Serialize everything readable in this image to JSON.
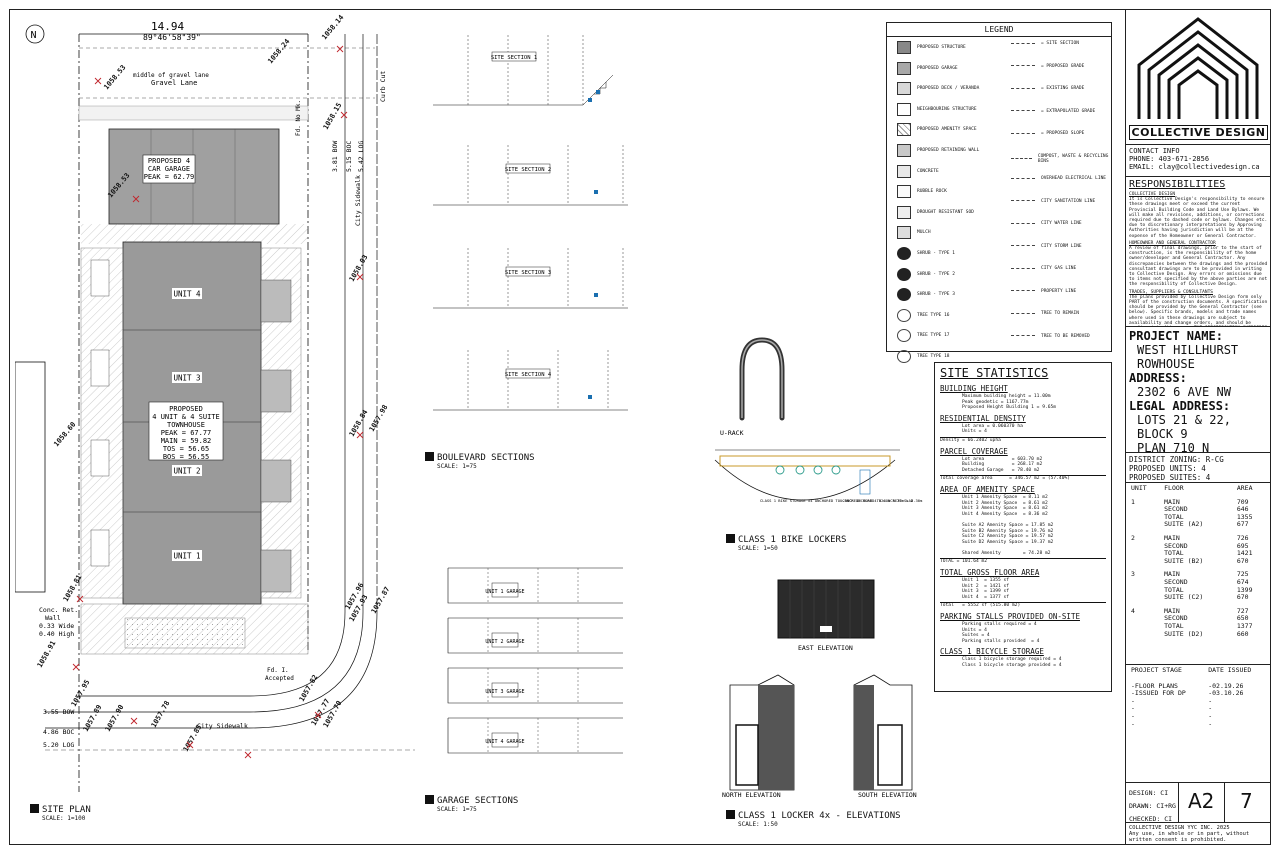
{
  "firm": {
    "name": "COLLECTIVE DESIGN",
    "contact_heading": "CONTACT INFO",
    "phone": "PHONE: 403-671-2856",
    "email": "EMAIL: clay@collectivedesign.ca",
    "copyright": "COLLECTIVE DESIGN YYC INC. 2025",
    "copyright_note": "Any use, in whole or in part, without written consent is prohibited."
  },
  "responsibilities": {
    "heading": "RESPONSIBILITIES",
    "sections": [
      {
        "title": "COLLECTIVE DESIGN",
        "text": "It is Collective Design's responsibility to ensure these drawings meet or exceed the current Provincial Building Code and Land Use Bylaws. We will make all revisions, additions, or corrections required due to dashed code or bylaws. Changes etc. due to discretionary interpretations by Approving Authorities having jurisdiction will be at the expense of the Homeowner or General Contractor."
      },
      {
        "title": "HOMEOWNER AND GENERAL CONTRACTOR",
        "text": "A review of final drawings, prior to the start of construction, is the responsibility of the home owner/developer and General Contractor. Any discrepancies between the drawings and the provided consultant drawings are to be provided in writing to Collective Design. Any errors or omissions due to items not specified by the above parties are not the responsibility of Collective Design."
      },
      {
        "title": "TRADES, SUPPLIERS & CONSULTANTS",
        "text": "The plans provided by Collective Design form only PART of the construction documents. A specification should be provided by the General Contractor (see below). Specific brands, models and trade names where used in these drawings are subject to availability and change orders, and should be confirmed in ALL cases. THE SPECIFICATION OVERRIDES THESE DRAWINGS. Collective Design is not responsible for errors, omissions, or replacement of any materials or supplies when no specification has been provided."
      }
    ]
  },
  "project": {
    "name_label": "PROJECT NAME:",
    "name_lines": [
      "WEST HILLHURST",
      "ROWHOUSE"
    ],
    "address_label": "ADDRESS:",
    "address": "2302 6 AVE NW",
    "legal_label": "LEGAL ADDRESS:",
    "legal_lines": [
      "LOTS 21 & 22,",
      "BLOCK 9",
      "PLAN 710 N"
    ],
    "zoning": "DISTRICT ZONING: R-CG",
    "units": "PROPOSED UNITS:  4",
    "suites": "PROPOSED SUITES: 4"
  },
  "unit_table": {
    "headers": [
      "UNIT",
      "FLOOR",
      "AREA"
    ],
    "units": [
      {
        "unit": "1",
        "rows": [
          [
            "MAIN",
            "709"
          ],
          [
            "SECOND",
            "646"
          ],
          [
            "TOTAL",
            "1355"
          ],
          [
            "SUITE (A2)",
            "677"
          ]
        ]
      },
      {
        "unit": "2",
        "rows": [
          [
            "MAIN",
            "726"
          ],
          [
            "SECOND",
            "695"
          ],
          [
            "TOTAL",
            "1421"
          ],
          [
            "SUITE (B2)",
            "670"
          ]
        ]
      },
      {
        "unit": "3",
        "rows": [
          [
            "MAIN",
            "725"
          ],
          [
            "SECOND",
            "674"
          ],
          [
            "TOTAL",
            "1399"
          ],
          [
            "SUITE (C2)",
            "670"
          ]
        ]
      },
      {
        "unit": "4",
        "rows": [
          [
            "MAIN",
            "727"
          ],
          [
            "SECOND",
            "650"
          ],
          [
            "TOTAL",
            "1377"
          ],
          [
            "SUITE (D2)",
            "660"
          ]
        ]
      }
    ]
  },
  "stage": {
    "headers": [
      "PROJECT STAGE",
      "DATE ISSUED"
    ],
    "rows": [
      [
        "-FLOOR PLANS",
        "-02.19.26"
      ],
      [
        "-ISSUED FOR DP",
        "-03.10.26"
      ],
      [
        "-",
        "-"
      ],
      [
        "-",
        "-"
      ],
      [
        "-",
        "-"
      ],
      [
        "-",
        "-"
      ]
    ]
  },
  "signoff": {
    "design": "DESIGN: CI",
    "drawn": "DRAWN: CI+RG",
    "checked": "CHECKED: CI",
    "sheet": "A2",
    "number": "7"
  },
  "legend": {
    "title": "LEGEND",
    "left": [
      "PROPOSED STRUCTURE",
      "PROPOSED GARAGE",
      "PROPOSED DECK / VERANDA",
      "NEIGHBOURING STRUCTURE",
      "PROPOSED AMENITY SPACE",
      "PROPOSED RETAINING WALL",
      "CONCRETE",
      "RUBBLE ROCK",
      "DROUGHT RESISTANT SOD",
      "MULCH",
      "SHRUB - TYPE 1",
      "SHRUB - TYPE 2",
      "SHRUB - TYPE 3",
      "TREE TYPE 16",
      "TREE TYPE 17",
      "TREE TYPE 18"
    ],
    "right": [
      "= SITE SECTION",
      "= PROPOSED GRADE",
      "= EXISTING GRADE",
      "= EXTRAPOLATED GRADE",
      "= PROPOSED SLOPE",
      "COMPOST, WASTE & RECYCLING BINS",
      "OVERHEAD ELECTRICAL LINE",
      "CITY SANITATION LINE",
      "CITY WATER LINE",
      "CITY STORM LINE",
      "CITY GAS LINE",
      "PROPERTY LINE",
      "TREE TO REMAIN",
      "TREE TO BE REMOVED"
    ]
  },
  "site_statistics": {
    "title": "SITE STATISTICS",
    "groups": [
      {
        "heading": "BUILDING HEIGHT",
        "lines": [
          "Maximum building height = 11.00m",
          "Peak geodetic = 1167.77m",
          "Proposed Height Building 1 = 9.65m"
        ]
      },
      {
        "heading": "RESIDENTIAL DENSITY",
        "lines": [
          "Lot area = 0.060370 ha",
          "Units = 4"
        ],
        "total": "Density = 66.2402 upha"
      },
      {
        "heading": "PARCEL COVERAGE",
        "lines": [
          "Lot area          = 603.70 m2",
          "Building          = 268.17 m2",
          "Detached Garage   = 78.40 m2"
        ],
        "total": "Total coverage area      = 346.57 m2 = (57.40%)"
      },
      {
        "heading": "AREA OF AMENITY SPACE",
        "lines": [
          "Unit 1 Amenity Space  = 8.11 m2",
          "Unit 2 Amenity Space  = 8.61 m2",
          "Unit 3 Amenity Space  = 8.61 m2",
          "Unit 4 Amenity Space  = 8.36 m2",
          "",
          "Suite A2 Amenity Space = 17.85 m2",
          "Suite B2 Amenity Space = 19.76 m2",
          "Suite C2 Amenity Space = 19.57 m2",
          "Suite D2 Amenity Space = 19.37 m2",
          "",
          "Shared Amenity        = 74.28 m2"
        ],
        "total": "TOTAL = 101.64 m2"
      },
      {
        "heading": "TOTAL GROSS FLOOR AREA",
        "lines": [
          "Unit 1  = 1355 sf",
          "Unit 2  = 1421 sf",
          "Unit 3  = 1399 sf",
          "Unit 4  = 1377 sf"
        ],
        "total": "Total   = 5552 sf (515.80 m2)"
      },
      {
        "heading": "PARKING STALLS PROVIDED ON-SITE",
        "lines": [
          "Parking stalls required = 4",
          "Units = 4",
          "Suites = 4",
          "Parking stalls provided  = 4"
        ]
      },
      {
        "heading": "CLASS 1 BICYCLE STORAGE",
        "lines": [
          "Class 1 bicycle storage required = 4",
          "Class 1 bicycle storage provided = 4"
        ]
      }
    ]
  },
  "views": {
    "site_plan": {
      "title": "SITE PLAN",
      "scale": "SCALE: 1=100"
    },
    "boulevard": {
      "title": "BOULEVARD SECTIONS",
      "scale": "SCALE: 1=75"
    },
    "garage_sections": {
      "title": "GARAGE SECTIONS",
      "scale": "SCALE: 1=75"
    },
    "bike_lockers": {
      "title": "CLASS 1 BIKE LOCKERS",
      "scale": "SCALE: 1=50"
    },
    "locker_elev": {
      "title": "CLASS 1 LOCKER 4x - ELEVATIONS",
      "scale": "SCALE: 1:50"
    }
  },
  "site_plan": {
    "top_dim": "14.94",
    "bearing": "89°46'58\"39\"",
    "north": "N",
    "gravel_lane_1": "middle of gravel lane",
    "gravel_lane_2": "Gravel Lane",
    "garage_text": [
      "PROPOSED 4",
      "CAR GARAGE",
      "PEAK = 62.79"
    ],
    "units": [
      "UNIT 4",
      "UNIT 3",
      "UNIT 2",
      "UNIT 1"
    ],
    "townhouse_text": [
      "PROPOSED",
      "4 UNIT & 4 SUITE",
      "TOWNHOUSE",
      "PEAK = 67.77",
      "MAIN = 59.82",
      "TOS = 56.65",
      "BOS = 56.55"
    ],
    "city_sidewalk": "City Sidewalk",
    "curb_cut": "Curb Cut",
    "bow": "3.81 BOW",
    "boc": "5.15 BOC",
    "log": "5.42 LOG",
    "bow2": "3.55 BOW",
    "boc2": "4.86 BOC",
    "log2": "5.20 LOG",
    "ret_wall": [
      "Conc. Ret.",
      "Wall",
      "0.33 Wide",
      "0.40 High"
    ],
    "fd_no_mk": "Fd. No Mk.",
    "fd_i": [
      "Fd. I.",
      "Accepted"
    ],
    "elev_grades": [
      "1058.53",
      "1058.53",
      "1058.14",
      "1058.24",
      "1058.60",
      "1058.15",
      "1058.03",
      "1058.84",
      "1058.81",
      "1058.91",
      "1057.95",
      "1057.89",
      "1057.90",
      "1057.78",
      "1057.85",
      "1057.98",
      "1057.93",
      "1057.96",
      "1057.87",
      "1057.82",
      "1057.77",
      "1057.70"
    ]
  },
  "sections": {
    "site": [
      "SITE SECTION 1",
      "SITE SECTION 2",
      "SITE SECTION 3",
      "SITE SECTION 4"
    ],
    "garage": [
      "UNIT 1 GARAGE",
      "UNIT 2 GARAGE",
      "UNIT 3 GARAGE",
      "UNIT 4 GARAGE"
    ]
  },
  "bike": {
    "u_rack": "U-RACK",
    "storage_note": "CLASS 1 BIKE STORAGE x4 ANCHORED TO CONCRETE SLAB 4.52m x 5.20m x 2.30m",
    "anchor_note": "U-RACK ANCHORED TO CONCRETE SLAB",
    "east_elev": "EAST ELEVATION",
    "north_elev": "NORTH ELEVATION",
    "south_elev": "SOUTH ELEVATION"
  }
}
